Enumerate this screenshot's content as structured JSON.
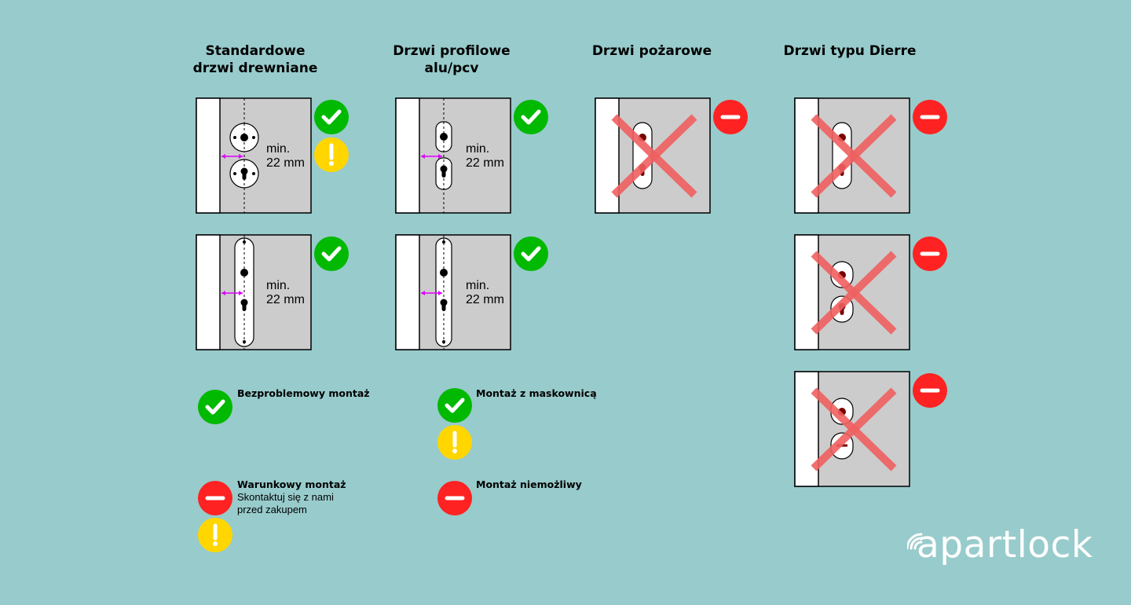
{
  "columns": [
    {
      "title_line1": "Standardowe",
      "title_line2": "drzwi drewniane"
    },
    {
      "title_line1": "Drzwi profilowe",
      "title_line2": "alu/pcv"
    },
    {
      "title_line1": "Drzwi pożarowe",
      "title_line2": ""
    },
    {
      "title_line1": "Drzwi typu Dierre",
      "title_line2": ""
    }
  ],
  "measure": {
    "line1": "min.",
    "line2": "22 mm"
  },
  "doors": [
    {
      "col": 0,
      "row": 0,
      "type": "rosettes",
      "measure": true,
      "crossed": false,
      "status": [
        "check",
        "warning"
      ]
    },
    {
      "col": 0,
      "row": 1,
      "type": "long-plate",
      "measure": true,
      "crossed": false,
      "status": [
        "check"
      ]
    },
    {
      "col": 1,
      "row": 0,
      "type": "narrow-plates",
      "measure": true,
      "crossed": false,
      "status": [
        "check"
      ]
    },
    {
      "col": 1,
      "row": 1,
      "type": "long-plate-narrow",
      "measure": true,
      "crossed": false,
      "status": [
        "check"
      ]
    },
    {
      "col": 2,
      "row": 0,
      "type": "short-long-plate",
      "measure": false,
      "crossed": true,
      "status": [
        "minus"
      ]
    },
    {
      "col": 3,
      "row": 0,
      "type": "short-long-plate",
      "measure": false,
      "crossed": true,
      "status": [
        "minus"
      ]
    },
    {
      "col": 3,
      "row": 1,
      "type": "oval-pair",
      "measure": false,
      "crossed": true,
      "status": [
        "minus"
      ]
    },
    {
      "col": 3,
      "row": 2,
      "type": "oval-pair-dash",
      "measure": false,
      "crossed": true,
      "status": [
        "minus"
      ]
    }
  ],
  "legend": [
    {
      "title": "Bezproblemowy montaż",
      "subtitle": "",
      "icons": [
        "check"
      ]
    },
    {
      "title": "Montaż z maskownicą",
      "subtitle": "",
      "icons": [
        "check",
        "warning"
      ]
    },
    {
      "title": "Warunkowy montaż",
      "subtitle": "Skontaktuj się z nami przed zakupem",
      "icons": [
        "minus",
        "warning"
      ]
    },
    {
      "title": "Montaż niemożliwy",
      "subtitle": "",
      "icons": [
        "minus"
      ]
    }
  ],
  "logo": {
    "text": "apartlock"
  },
  "colors": {
    "background": "#98cbcc",
    "door": "#cccccc",
    "check": "#00b900",
    "warning": "#ffd600",
    "minus": "#ff2222",
    "cross": "#f06060",
    "arrow": "#dd00ff"
  }
}
